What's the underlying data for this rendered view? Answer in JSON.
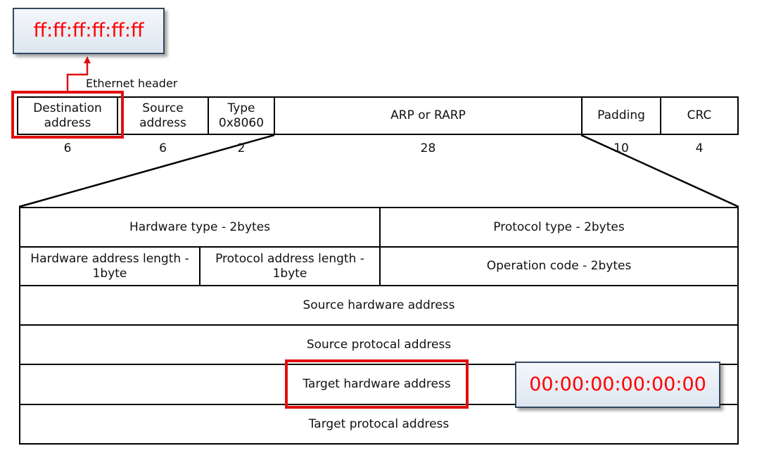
{
  "dest_mac_callout": "ff:ff:ff:ff:ff:ff",
  "target_mac_callout": "00:00:00:00:00:00",
  "ethernet_header_label": "Ethernet header",
  "ethernet_frame": {
    "fields": [
      {
        "label": "Destination address",
        "length": "6"
      },
      {
        "label": "Source address",
        "length": "6"
      },
      {
        "label": "Type 0x8060",
        "length": "2"
      },
      {
        "label": "ARP or RARP",
        "length": "28"
      },
      {
        "label": "Padding",
        "length": "10"
      },
      {
        "label": "CRC",
        "length": "4"
      }
    ]
  },
  "arp_packet": {
    "hardware_type": "Hardware type - 2bytes",
    "protocol_type": "Protocol type - 2bytes",
    "hw_addr_len": "Hardware address length - 1byte",
    "proto_addr_len": "Protocol address length - 1byte",
    "operation_code": "Operation code - 2bytes",
    "source_hw_addr": "Source hardware address",
    "source_proto_addr": "Source protocal address",
    "target_hw_addr": "Target hardware address",
    "target_proto_addr": "Target protocal address"
  },
  "colors": {
    "highlight": "#e01010",
    "callout_text": "#ff0000",
    "callout_border": "#31485f"
  }
}
